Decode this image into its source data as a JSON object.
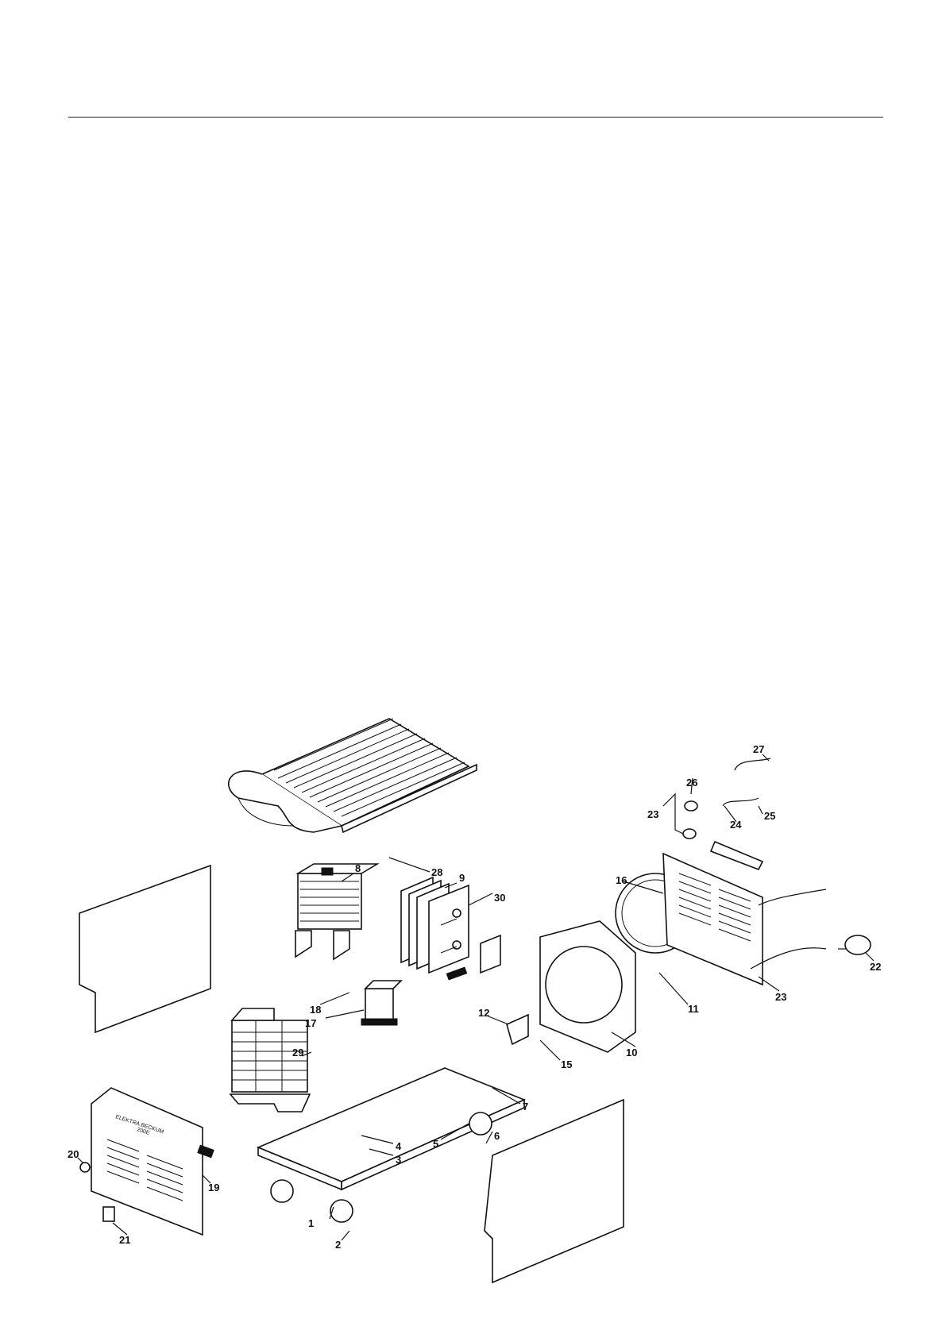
{
  "diagram": {
    "front_panel_text": [
      "ELEKTRA BECKUM",
      "200E"
    ],
    "labels": [
      {
        "id": "1",
        "text": "1"
      },
      {
        "id": "2",
        "text": "2"
      },
      {
        "id": "3",
        "text": "3"
      },
      {
        "id": "4",
        "text": "4"
      },
      {
        "id": "5",
        "text": "5"
      },
      {
        "id": "6",
        "text": "6"
      },
      {
        "id": "7",
        "text": "7"
      },
      {
        "id": "8",
        "text": "8"
      },
      {
        "id": "9",
        "text": "9"
      },
      {
        "id": "10",
        "text": "10"
      },
      {
        "id": "11",
        "text": "11"
      },
      {
        "id": "12",
        "text": "12"
      },
      {
        "id": "15",
        "text": "15"
      },
      {
        "id": "16",
        "text": "16"
      },
      {
        "id": "17",
        "text": "17"
      },
      {
        "id": "18",
        "text": "18"
      },
      {
        "id": "19",
        "text": "19"
      },
      {
        "id": "20",
        "text": "20"
      },
      {
        "id": "21",
        "text": "21"
      },
      {
        "id": "22",
        "text": "22"
      },
      {
        "id": "23a",
        "text": "23"
      },
      {
        "id": "23b",
        "text": "23"
      },
      {
        "id": "24",
        "text": "24"
      },
      {
        "id": "25",
        "text": "25"
      },
      {
        "id": "26",
        "text": "26"
      },
      {
        "id": "27",
        "text": "27"
      },
      {
        "id": "28",
        "text": "28"
      },
      {
        "id": "29",
        "text": "29"
      },
      {
        "id": "30",
        "text": "30"
      }
    ]
  }
}
